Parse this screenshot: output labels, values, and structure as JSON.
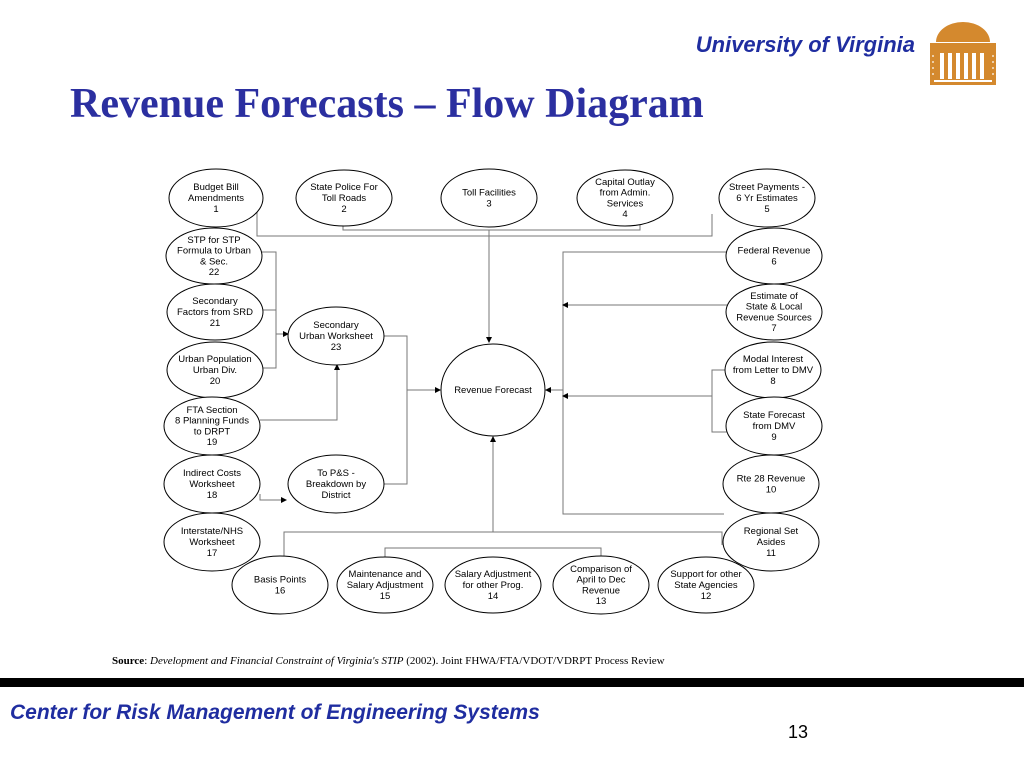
{
  "header": {
    "university": "University of Virginia",
    "title": "Revenue Forecasts – Flow Diagram",
    "logo_icon": "rotunda-logo-icon",
    "logo_color": "#d4892e"
  },
  "diagram": {
    "center": [
      "Revenue Forecast"
    ],
    "nodes": [
      {
        "id": "n1",
        "lines": [
          "Budget Bill",
          "Amendments",
          "1"
        ]
      },
      {
        "id": "n2",
        "lines": [
          "State Police For",
          "Toll Roads",
          "2"
        ]
      },
      {
        "id": "n3",
        "lines": [
          "Toll Facilities",
          "3"
        ]
      },
      {
        "id": "n4",
        "lines": [
          "Capital Outlay",
          "from Admin.",
          "Services",
          "4"
        ]
      },
      {
        "id": "n5",
        "lines": [
          "Street Payments -",
          "6 Yr Estimates",
          "5"
        ]
      },
      {
        "id": "n22",
        "lines": [
          "STP  for STP",
          "Formula to Urban",
          "& Sec.",
          "22"
        ]
      },
      {
        "id": "n6",
        "lines": [
          "Federal Revenue",
          "6"
        ]
      },
      {
        "id": "n21",
        "lines": [
          "Secondary",
          "Factors from SRD",
          "21"
        ]
      },
      {
        "id": "n7",
        "lines": [
          "Estimate of",
          "State & Local",
          "Revenue Sources",
          "7"
        ]
      },
      {
        "id": "n23",
        "lines": [
          "Secondary",
          "Urban Worksheet",
          "23"
        ]
      },
      {
        "id": "n20",
        "lines": [
          "Urban Population",
          "Urban Div.",
          "20"
        ]
      },
      {
        "id": "n8",
        "lines": [
          "Modal Interest",
          "from Letter to DMV",
          "8"
        ]
      },
      {
        "id": "n19",
        "lines": [
          "FTA Section",
          "8 Planning Funds",
          "to DRPT",
          "19"
        ]
      },
      {
        "id": "n9",
        "lines": [
          "State Forecast",
          "from DMV",
          "9"
        ]
      },
      {
        "id": "n18",
        "lines": [
          "Indirect Costs",
          "Worksheet",
          "18"
        ]
      },
      {
        "id": "nps",
        "lines": [
          "To P&S -",
          "Breakdown by",
          "District"
        ]
      },
      {
        "id": "n10",
        "lines": [
          "Rte 28 Revenue",
          "10"
        ]
      },
      {
        "id": "n17",
        "lines": [
          "Interstate/NHS",
          "Worksheet",
          "17"
        ]
      },
      {
        "id": "n11",
        "lines": [
          "Regional Set",
          "Asides",
          "11"
        ]
      },
      {
        "id": "n16",
        "lines": [
          "Basis Points",
          "16"
        ]
      },
      {
        "id": "n15",
        "lines": [
          "Maintenance and",
          "Salary Adjustment",
          "15"
        ]
      },
      {
        "id": "n14",
        "lines": [
          "Salary Adjustment",
          "for other Prog.",
          "14"
        ]
      },
      {
        "id": "n13",
        "lines": [
          "Comparison of",
          "April to Dec",
          "Revenue",
          "13"
        ]
      },
      {
        "id": "n12",
        "lines": [
          "Support for other",
          "State Agencies",
          "12"
        ]
      }
    ]
  },
  "source": {
    "label": "Source",
    "sep": ": ",
    "title": "Development and Financial Constraint of Virginia's STIP",
    "rest": " (2002).  Joint FHWA/FTA/VDOT/VDRPT Process Review"
  },
  "footer": {
    "center_name": "Center for Risk Management of Engineering Systems",
    "page": "13"
  }
}
